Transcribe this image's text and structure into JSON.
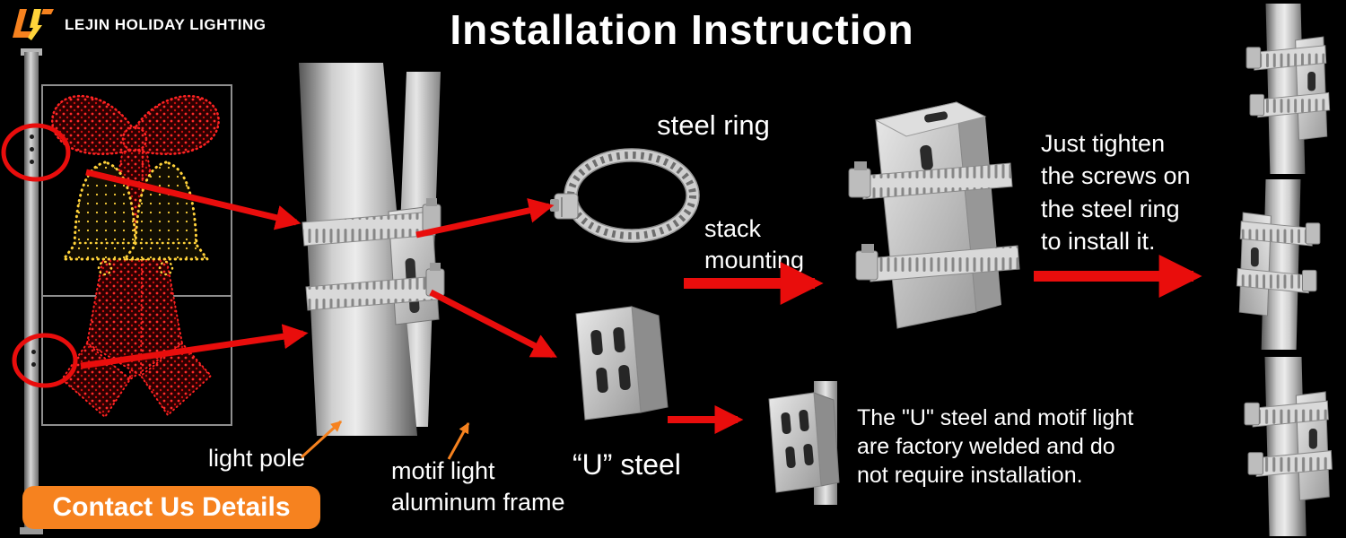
{
  "colors": {
    "background": "#000000",
    "accent_orange": "#f6821f",
    "arrow_red": "#e90d0c",
    "rope_red": "#ff2222",
    "rope_yellow": "#ffd23a",
    "steel_light": "#d9d9d9",
    "text": "#ffffff"
  },
  "header": {
    "brand": "LEJIN HOLIDAY LIGHTING",
    "title": "Installation Instruction"
  },
  "diagram": {
    "steel_ring_label": "steel ring",
    "stack_mounting_label": "stack\nmounting",
    "u_steel_label": "“U”  steel",
    "light_pole_label": "light pole",
    "motif_frame_label": "motif light\naluminum frame",
    "tighten_note": "Just tighten\nthe screws on\nthe steel ring\nto install it.",
    "welded_note": "The \"U\" steel and motif light\nare factory welded and do\nnot require installation."
  },
  "footer": {
    "contact_button_label": "Contact Us Details"
  }
}
